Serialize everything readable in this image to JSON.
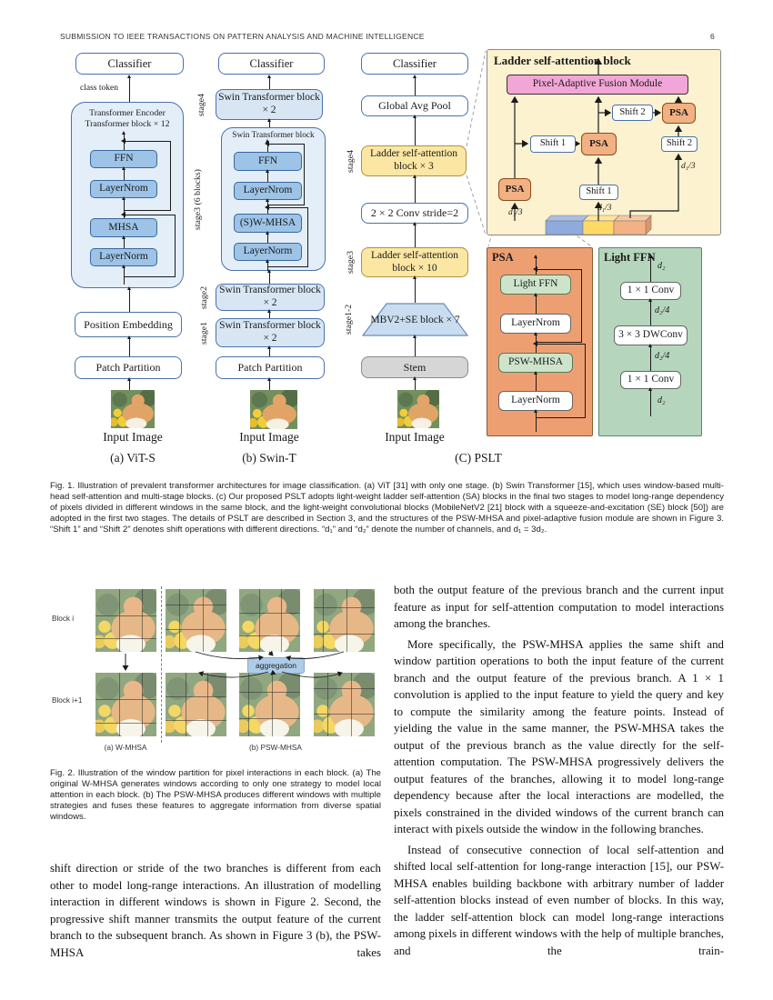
{
  "header": {
    "running_title": "SUBMISSION TO IEEE TRANSACTIONS ON PATTERN ANALYSIS AND MACHINE INTELLIGENCE",
    "page_number": "6"
  },
  "colors": {
    "ladder_yellow": "#fbe7a3",
    "psa_orange": "#f2b183",
    "fusion_pink": "#f2a6d7",
    "ffn_green": "#cde4cb",
    "panel_orange": "#ee9f72",
    "panel_green": "#b5d6bd",
    "panel_yellow": "#fdf2cf",
    "box_blue": "#9dc3e6"
  },
  "fig1": {
    "vit": {
      "classifier": "Classifier",
      "class_token": "class token",
      "encoder_line1": "Transformer Encoder",
      "encoder_line2": "Transformer block × 12",
      "ffn": "FFN",
      "layernrom": "LayerNrom",
      "mhsa": "MHSA",
      "layernorm": "LayerNorm",
      "position_embedding": "Position Embedding",
      "patch_partition": "Patch Partition",
      "input_image": "Input Image",
      "caption": "(a) ViT-S"
    },
    "swin": {
      "classifier": "Classifier",
      "stage4_block": "Swin Transformer block × 2",
      "block_title": "Swin Transformer block",
      "ffn": "FFN",
      "layernrom": "LayerNrom",
      "swmhsa": "(S)W-MHSA",
      "layernorm": "LayerNorm",
      "stage2_block": "Swin Transformer block × 2",
      "stage1_block": "Swin Transformer block × 2",
      "patch_partition": "Patch Partition",
      "input_image": "Input Image",
      "caption": "(b) Swin-T",
      "label_stage4": "stage4",
      "label_stage3": "stage3 (6 blocks)",
      "label_stage2": "stage2",
      "label_stage1": "stage1"
    },
    "pslt": {
      "classifier": "Classifier",
      "global_avg_pool": "Global Avg Pool",
      "ladder_x3": "Ladder self-attention block × 3",
      "conv_stride": "2 × 2 Conv stride=2",
      "ladder_x10": "Ladder self-attention block × 10",
      "mbv2": "MBV2+SE block × 7",
      "stem": "Stem",
      "input_image": "Input Image",
      "caption": "(C) PSLT",
      "label_stage4": "stage4",
      "label_stage3": "stage3",
      "label_stage12": "stage1-2"
    },
    "ladder_panel": {
      "title": "Ladder self-attention block",
      "fusion_module": "Pixel-Adaptive Fusion Module",
      "psa": "PSA",
      "shift1": "Shift 1",
      "shift2": "Shift 2",
      "d1_3": "d₁/3"
    },
    "psa_panel": {
      "title": "PSA",
      "light_ffn": "Light FFN",
      "layernrom": "LayerNrom",
      "psw_mhsa": "PSW-MHSA",
      "layernorm": "LayerNorm"
    },
    "light_ffn_panel": {
      "title": "Light FFN",
      "conv_top": "1 × 1 Conv",
      "dwconv": "3 × 3 DWConv",
      "conv_bottom": "1 × 1 Conv",
      "d2": "d₂",
      "d2_4": "d₂/4"
    },
    "caption": "Fig. 1. Illustration of prevalent transformer architectures for image classification. (a) ViT [31] with only one stage. (b) Swin Transformer [15], which uses window-based multi-head self-attention and multi-stage blocks. (c) Our proposed PSLT adopts light-weight ladder self-attention (SA) blocks in the final two stages to model long-range dependency of pixels divided in different windows in the same block, and the light-weight convolutional blocks (MobileNetV2 [21] block with a squeeze-and-excitation (SE) block [50]) are adopted in the first two stages. The details of PSLT are described in Section 3, and the structures of the PSW-MHSA and pixel-adaptive fusion module are shown in Figure 3. “Shift 1” and “Shift 2” denotes shift operations with different directions. “d₁” and “d₂” denote the number of channels, and d₁ = 3d₂."
  },
  "fig2": {
    "block_i": "Block i",
    "block_i1": "Block i+1",
    "aggregation": "aggregation",
    "label_a": "(a) W-MHSA",
    "label_b": "(b) PSW-MHSA",
    "caption": "Fig. 2. Illustration of the window partition for pixel interactions in each block. (a) The original W-MHSA generates windows according to only one strategy to model local attention in each block. (b) The PSW-MHSA produces different windows with multiple strategies and fuses these features to aggregate information from diverse spatial windows."
  },
  "body": {
    "left_para": "shift direction or stride of the two branches is different from each other to model long-range interactions. An illustration of modelling interaction in different windows is shown in Figure 2. Second, the progressive shift manner transmits the output feature of the current branch to the subsequent branch. As shown in Figure 3 (b), the PSW-MHSA takes",
    "right_para1": "both the output feature of the previous branch and the current input feature as input for self-attention computation to model interactions among the branches.",
    "right_para2": "More specifically, the PSW-MHSA applies the same shift and window partition operations to both the input feature of the current branch and the output feature of the previous branch. A 1 × 1 convolution is applied to the input feature to yield the query and key to compute the similarity among the feature points. Instead of yielding the value in the same manner, the PSW-MHSA takes the output of the previous branch as the value directly for the self-attention computation. The PSW-MHSA progressively delivers the output features of the branches, allowing it to model long-range dependency because after the local interactions are modelled, the pixels constrained in the divided windows of the current branch can interact with pixels outside the window in the following branches.",
    "right_para3": "Instead of consecutive connection of local self-attention and shifted local self-attention for long-range interaction [15], our PSW-MHSA enables building backbone with arbitrary number of ladder self-attention blocks instead of even number of blocks. In this way, the ladder self-attention block can model long-range interactions among pixels in different windows with the help of multiple branches, and the train-"
  }
}
